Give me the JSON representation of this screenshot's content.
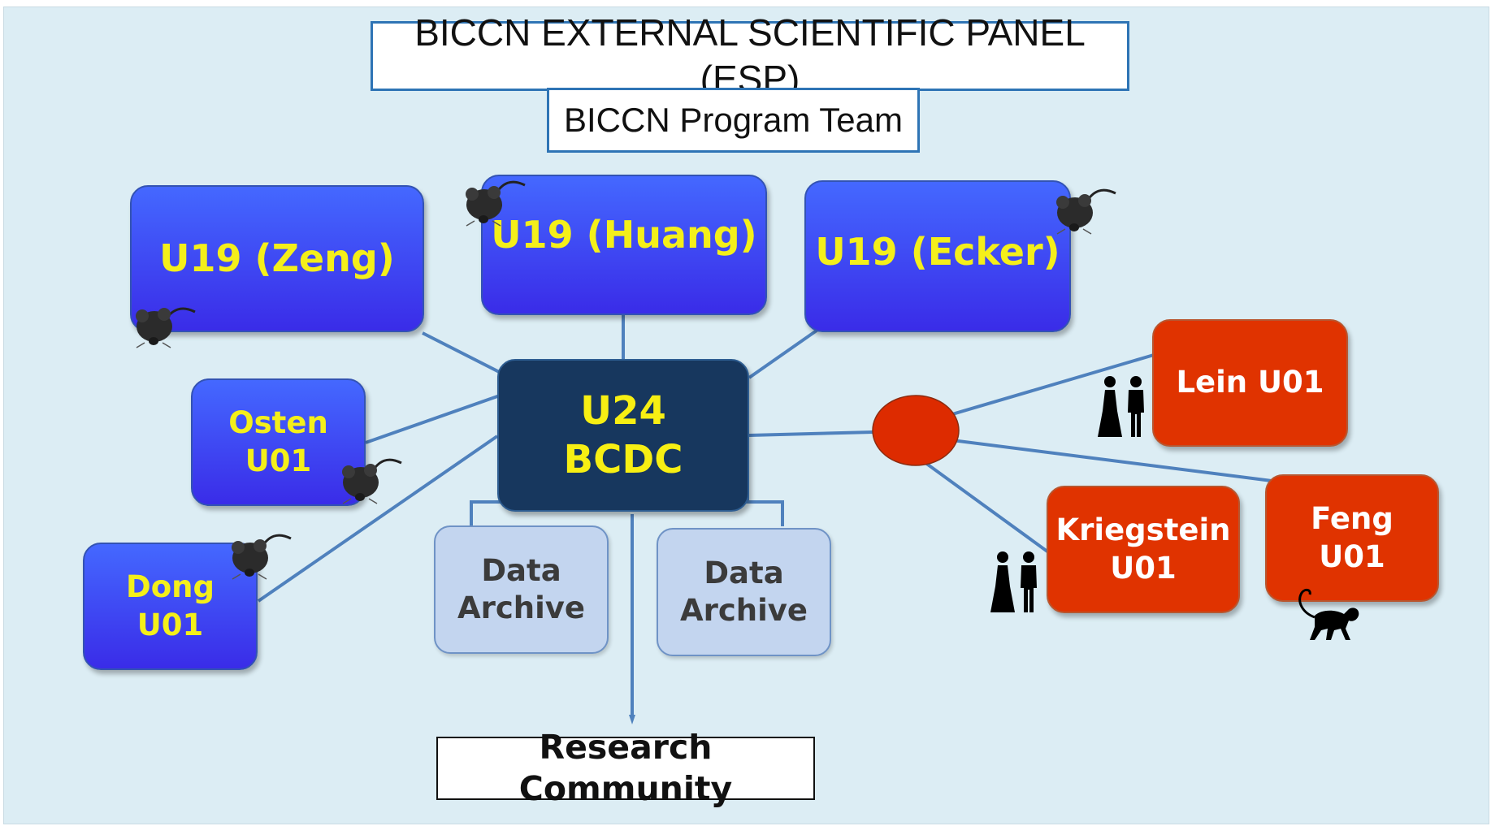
{
  "esp_title": "BICCN EXTERNAL SCIENTIFIC PANEL (ESP)",
  "program_team": "BICCN Program Team",
  "u19": {
    "zeng": "U19 (Zeng)",
    "huang": "U19 (Huang)",
    "ecker": "U19 (Ecker)"
  },
  "u01": {
    "osten": [
      "Osten",
      "U01"
    ],
    "dong": [
      "Dong",
      "U01"
    ],
    "lein": "Lein U01",
    "kriegstein": [
      "Kriegstein",
      "U01"
    ],
    "feng": [
      "Feng",
      "U01"
    ]
  },
  "center": [
    "U24",
    "BCDC"
  ],
  "archives": [
    [
      "Data",
      "Archive"
    ],
    [
      "Data",
      "Archive"
    ]
  ],
  "research_community": "Research Community",
  "colors": {
    "background": "#dcedf4",
    "u19_u01_fill": "#3a4cf5",
    "u19_u01_text": "#f4ef1a",
    "center_fill": "#17375e",
    "human_primate_fill": "#e03300",
    "archive_fill": "#c3d5ef",
    "connector": "#4f81bd",
    "outline": "#2e74b5"
  },
  "icons": {
    "mouse": "mouse-icon",
    "human_pair": "human-pair-icon",
    "monkey": "monkey-icon",
    "hub": "hub-node-icon"
  }
}
